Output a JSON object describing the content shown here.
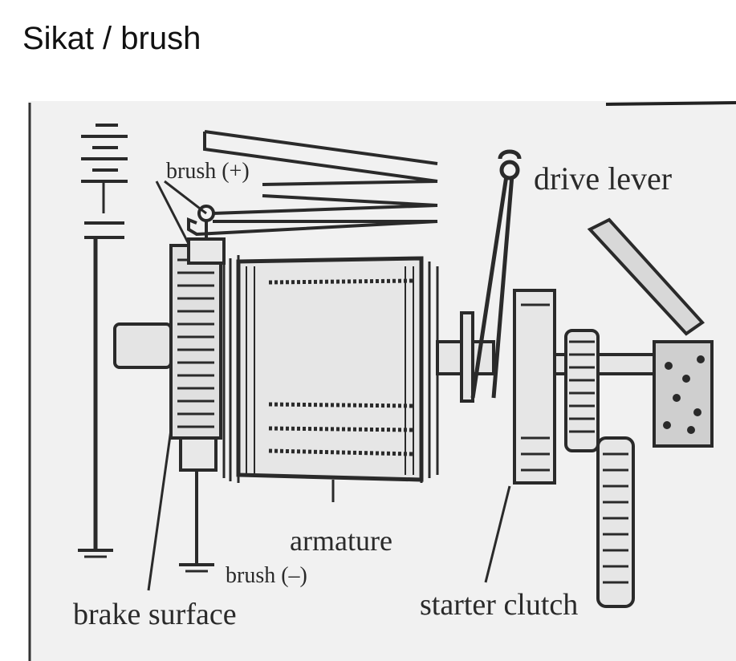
{
  "slide": {
    "title": "Sikat / brush"
  },
  "diagram": {
    "labels": {
      "brush_pos": "brush (+)",
      "drive_lever": "drive lever",
      "armature": "armature",
      "brush_neg": "brush (–)",
      "brake_surface": "brake surface",
      "starter_clutch": "starter clutch"
    },
    "colors": {
      "ink": "#2a2a2a",
      "paper": "#f1f1f1"
    }
  }
}
